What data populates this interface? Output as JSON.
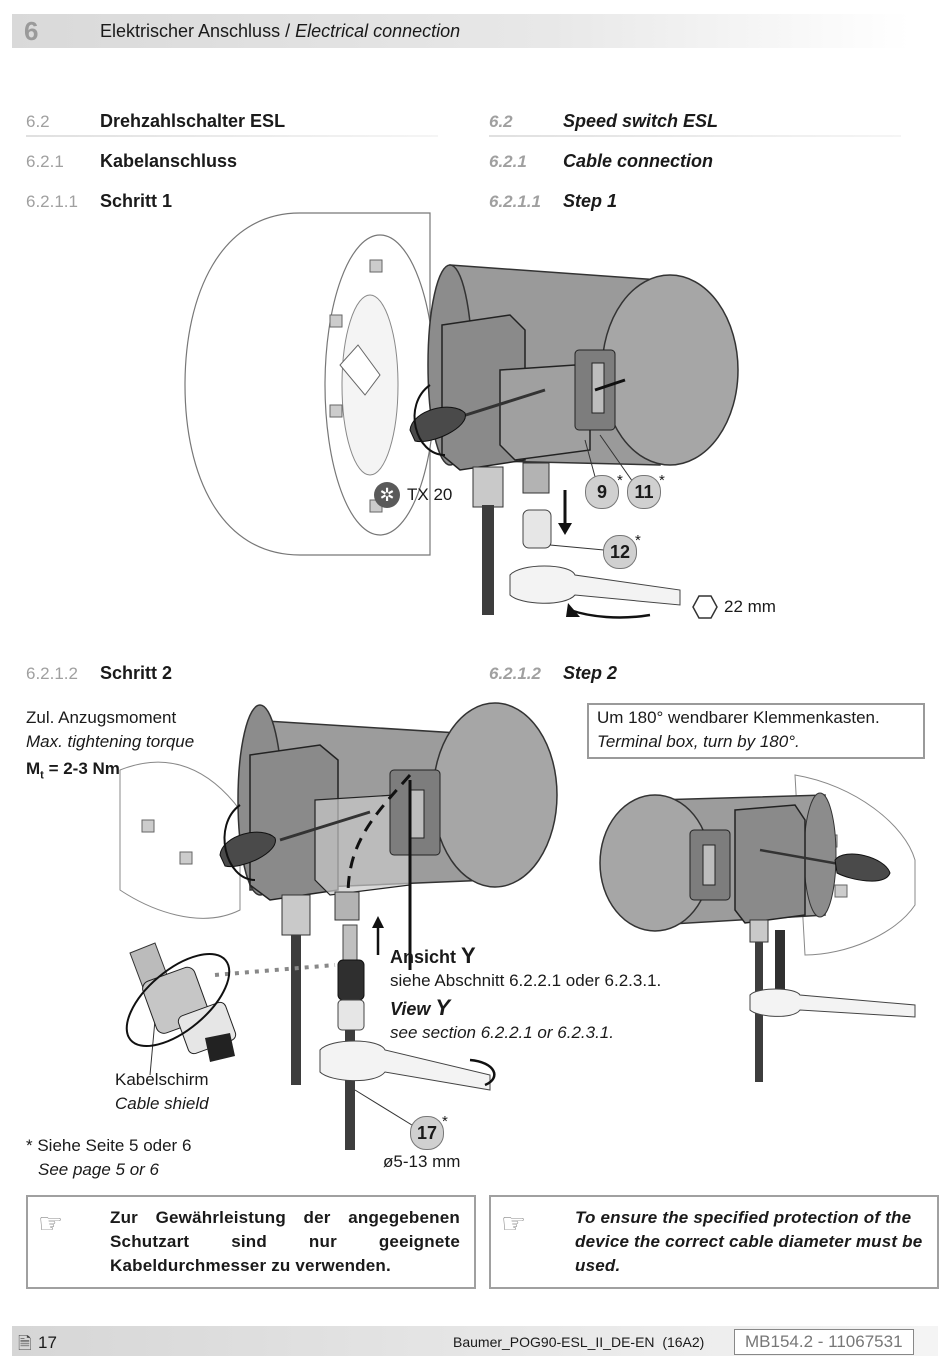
{
  "header": {
    "chapter_number": "6",
    "title_de": "Elektrischer Anschluss",
    "title_sep": " / ",
    "title_en": "Electrical connection"
  },
  "sections": {
    "s62": {
      "num_de": "6.2",
      "title_de": "Drehzahlschalter ESL",
      "num_en": "6.2",
      "title_en": "Speed switch ESL"
    },
    "s621": {
      "num_de": "6.2.1",
      "title_de": "Kabelanschluss",
      "num_en": "6.2.1",
      "title_en": "Cable connection"
    },
    "s6211": {
      "num_de": "6.2.1.1",
      "title_de": "Schritt 1",
      "num_en": "6.2.1.1",
      "title_en": "Step 1"
    },
    "s6212": {
      "num_de": "6.2.1.2",
      "title_de": "Schritt 2",
      "num_en": "6.2.1.2",
      "title_en": "Step 2"
    }
  },
  "step1": {
    "tool_label": "TX 20",
    "callout_9": "9",
    "callout_11": "11",
    "callout_12": "12",
    "asterisk": "*",
    "wrench_label": "22 mm"
  },
  "step2": {
    "torque_de": "Zul. Anzugsmoment",
    "torque_en": "Max. tightening torque",
    "torque_symbol": "M",
    "torque_sub": "t",
    "torque_value": " = 2-3 Nm",
    "turn_box_de": "Um 180° wendbarer Klemmenkasten.",
    "turn_box_en": "Terminal box, turn by 180°.",
    "view_de": "Ansicht",
    "view_letter": "Y",
    "view_ref_de": "siehe Abschnitt 6.2.2.1 oder 6.2.3.1.",
    "view_en": "View",
    "view_ref_en": "see section 6.2.2.1 or 6.2.3.1.",
    "shield_de": "Kabelschirm",
    "shield_en": "Cable shield",
    "callout_17": "17",
    "asterisk": "*",
    "diameter": "ø5-13 mm",
    "footnote_de": "* Siehe Seite 5 oder 6",
    "footnote_en": "See page 5 or 6"
  },
  "notes": {
    "de": "Zur Gewährleistung der angegebenen Schutzart sind nur geeignete Kabeldurchmesser zu verwenden.",
    "en": "To ensure the specified protection of the device the correct cable diameter must be used."
  },
  "footer": {
    "page": "17",
    "doc_name": "Baumer_POG90-ESL_II_DE-EN",
    "doc_rev": "(16A2)",
    "doc_code": "MB154.2 - 11067531"
  }
}
